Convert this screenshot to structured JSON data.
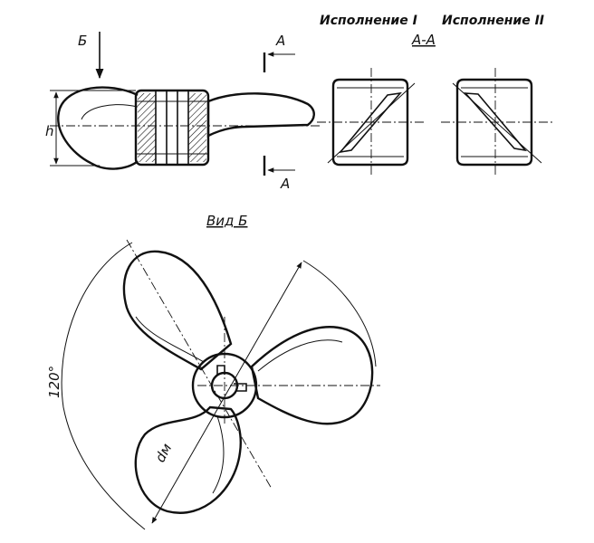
{
  "labels": {
    "view_arrow": "Б",
    "section_mark_top": "A",
    "section_mark_bottom": "A",
    "version_1": "Исполнение I",
    "version_2": "Исполнение II",
    "section_title": "А-А",
    "view_title": "Вид Б",
    "height_dim": "h",
    "angle_dim": "120°",
    "diameter_dim": "dм"
  }
}
